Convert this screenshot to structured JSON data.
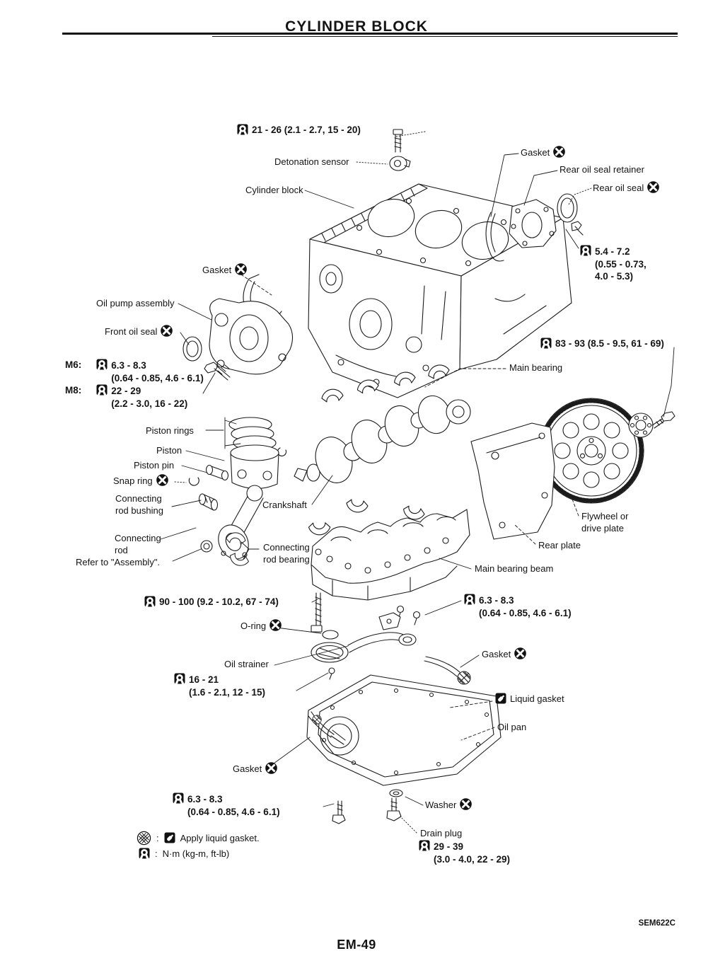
{
  "page": {
    "title": "CYLINDER BLOCK",
    "page_number": "EM-49",
    "figure_code": "SEM622C"
  },
  "colors": {
    "ink": "#141414",
    "paper": "#ffffff"
  },
  "icons": {
    "torque": "torque-wrench-square",
    "circle_x": "black-circle-white-x",
    "liquid_gasket": "sealant-tube-square",
    "hatched_circle": "sealant-bead-ball"
  },
  "callouts": {
    "spec_detonation_sensor": {
      "torque": "21 - 26 (2.1 - 2.7, 15 - 20)"
    },
    "detonation_sensor": {
      "label": "Detonation sensor"
    },
    "cylinder_block": {
      "label": "Cylinder block"
    },
    "gasket_rear": {
      "label": "Gasket"
    },
    "rear_oil_seal_retainer": {
      "label": "Rear oil seal retainer"
    },
    "rear_oil_seal": {
      "label": "Rear oil seal"
    },
    "spec_rear_retainer": {
      "l1": "5.4 - 7.2",
      "l2": "(0.55 - 0.73,",
      "l3": "4.0 - 5.3)"
    },
    "gasket_front": {
      "label": "Gasket"
    },
    "oil_pump_assembly": {
      "label": "Oil pump assembly"
    },
    "front_oil_seal": {
      "label": "Front oil seal"
    },
    "spec_m6": {
      "prefix": "M6:",
      "l1": "6.3 - 8.3",
      "l2": "(0.64 - 0.85, 4.6 - 6.1)"
    },
    "spec_m8": {
      "prefix": "M8:",
      "l1": "22 - 29",
      "l2": "(2.2 - 3.0, 16 - 22)"
    },
    "spec_flywheel": {
      "torque": "83 - 93 (8.5 - 9.5, 61 - 69)"
    },
    "main_bearing": {
      "label": "Main bearing"
    },
    "piston_rings": {
      "label": "Piston rings"
    },
    "piston": {
      "label": "Piston"
    },
    "piston_pin": {
      "label": "Piston pin"
    },
    "snap_ring": {
      "label": "Snap ring"
    },
    "connecting_rod_bushing": {
      "l1": "Connecting",
      "l2": "rod bushing"
    },
    "connecting_rod": {
      "l1": "Connecting",
      "l2": "rod"
    },
    "refer_assembly": {
      "label": "Refer to \"Assembly\"."
    },
    "crankshaft": {
      "label": "Crankshaft"
    },
    "connecting_rod_bearing": {
      "l1": "Connecting",
      "l2": "rod bearing"
    },
    "flywheel": {
      "l1": "Flywheel or",
      "l2": "drive plate"
    },
    "rear_plate": {
      "label": "Rear plate"
    },
    "main_bearing_beam": {
      "label": "Main bearing beam"
    },
    "spec_beam_bolt": {
      "torque": "90 - 100 (9.2 - 10.2, 67 - 74)"
    },
    "spec_strainer_bolt": {
      "l1": "6.3 - 8.3",
      "l2": "(0.64 - 0.85, 4.6 - 6.1)"
    },
    "o_ring": {
      "label": "O-ring"
    },
    "oil_strainer": {
      "label": "Oil strainer"
    },
    "spec_pan_rail": {
      "l1": "16 - 21",
      "l2": "(1.6 - 2.1, 12 - 15)"
    },
    "gasket_pan_rear": {
      "label": "Gasket"
    },
    "liquid_gasket": {
      "label": "Liquid gasket"
    },
    "oil_pan": {
      "label": "Oil pan"
    },
    "gasket_pan_front": {
      "label": "Gasket"
    },
    "spec_pan_bolt": {
      "l1": "6.3 - 8.3",
      "l2": "(0.64 - 0.85, 4.6 - 6.1)"
    },
    "washer": {
      "label": "Washer"
    },
    "drain_plug": {
      "label": "Drain plug"
    },
    "spec_drain_plug": {
      "l1": "29 - 39",
      "l2": "(3.0 - 4.0, 22 - 29)"
    }
  },
  "legend": {
    "colon1": ":",
    "colon2": ":",
    "apply_liquid_gasket": "Apply liquid gasket.",
    "torque_units": "N·m (kg-m, ft-lb)"
  }
}
